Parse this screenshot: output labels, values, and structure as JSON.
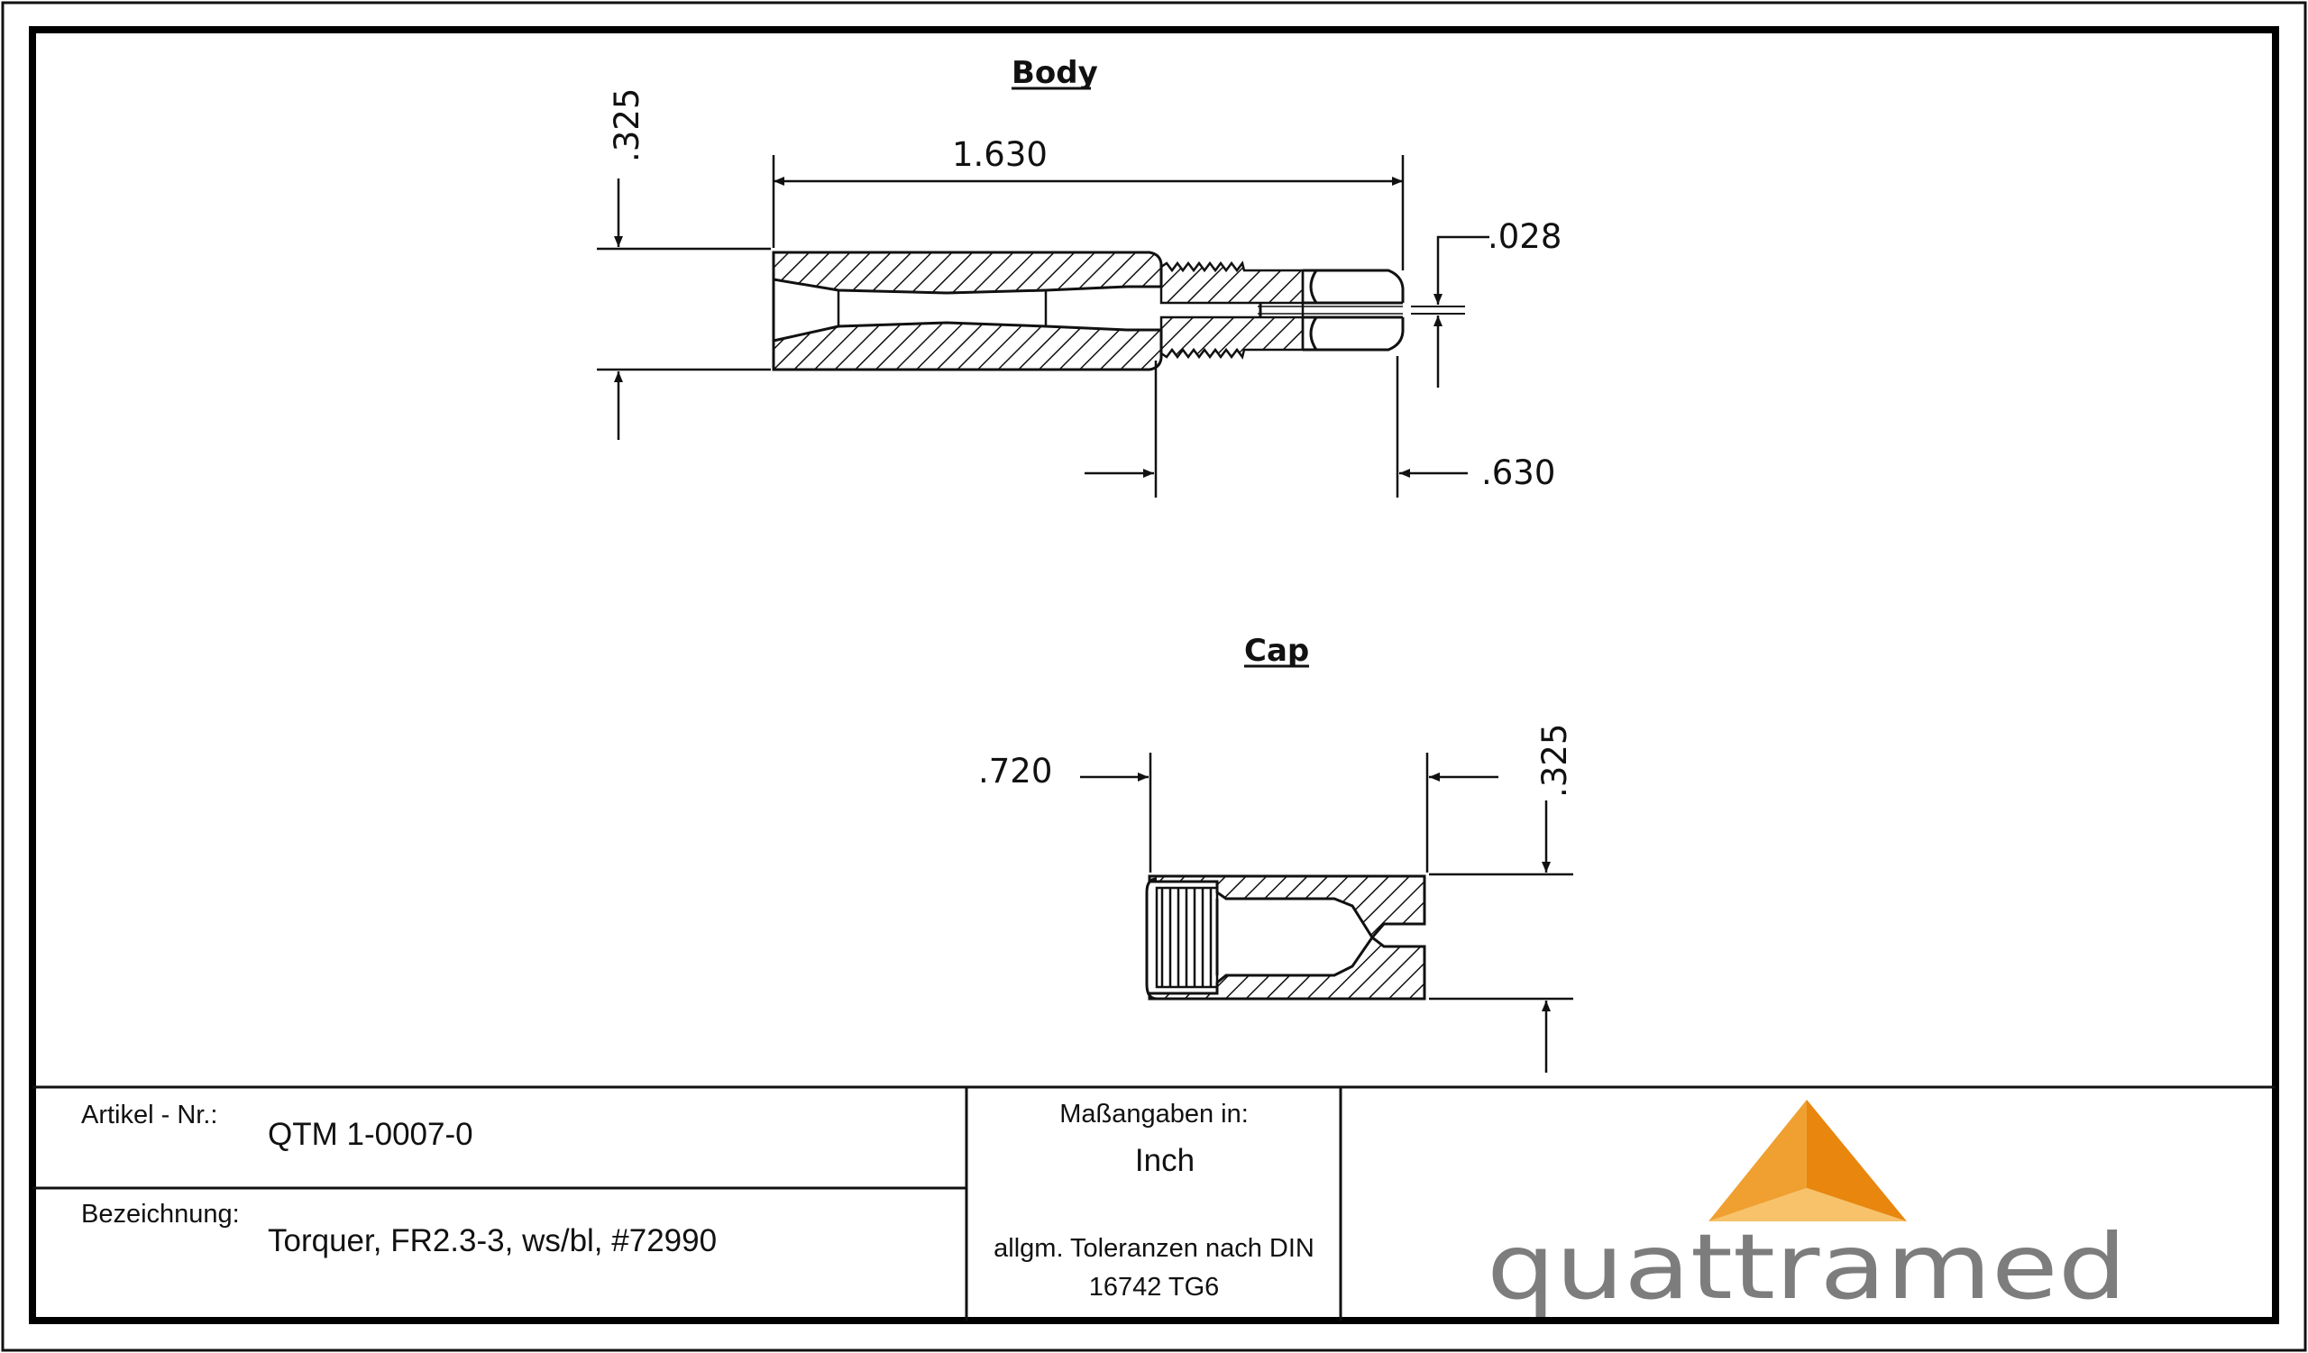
{
  "drawing": {
    "body_view": {
      "title": "Body",
      "dims": {
        "length": "1.630",
        "diameter": ".325",
        "slot": ".028",
        "tip": ".630"
      }
    },
    "cap_view": {
      "title": "Cap",
      "dims": {
        "length": ".720",
        "diameter": ".325"
      }
    }
  },
  "title_block": {
    "article_label": "Artikel - Nr.:",
    "article_value": "QTM 1-0007-0",
    "designation_label": "Bezeichnung:",
    "designation_value": "Torquer, FR2.3-3, ws/bl, #72990",
    "units_label": "Maßangaben in:",
    "units_value": "Inch",
    "tolerance_line1": "allgm. Toleranzen nach DIN",
    "tolerance_line2": "16742 TG6",
    "logo_text": "quattramed",
    "logo_colors": {
      "left": "#F0A030",
      "right": "#E8860E",
      "bottom": "#F7C26A"
    }
  }
}
